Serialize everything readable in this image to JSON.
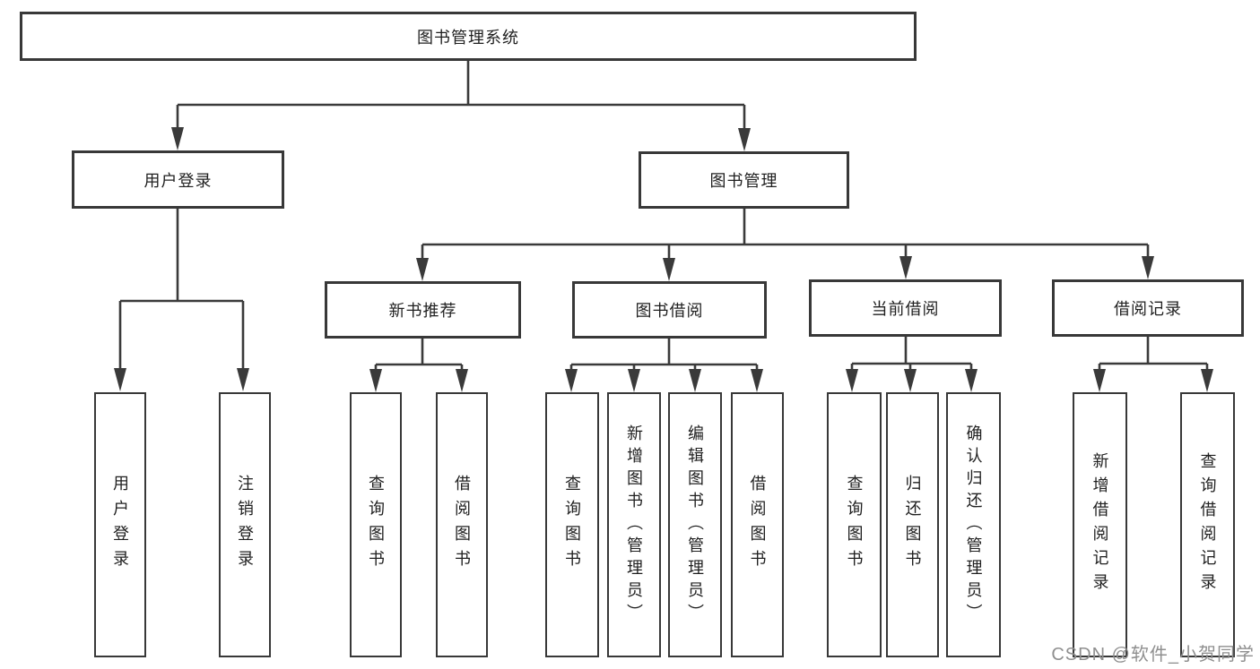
{
  "diagram": {
    "type": "tree",
    "colors": {
      "line": "#3a3a3a",
      "box_border": "#383838",
      "text": "#1f1f1f",
      "background": "#ffffff",
      "watermark": "#8f8f8f"
    },
    "watermark": "CSDN @软件_小贺同学",
    "tree": {
      "label": "图书管理系统",
      "children": [
        {
          "label": "用户登录",
          "children": [
            {
              "label": "用户登录"
            },
            {
              "label": "注销登录"
            }
          ]
        },
        {
          "label": "图书管理",
          "children": [
            {
              "label": "新书推荐",
              "children": [
                {
                  "label": "查询图书"
                },
                {
                  "label": "借阅图书"
                }
              ]
            },
            {
              "label": "图书借阅",
              "children": [
                {
                  "label": "查询图书"
                },
                {
                  "label": "新增图书（管理员）"
                },
                {
                  "label": "编辑图书（管理员）"
                },
                {
                  "label": "借阅图书"
                }
              ]
            },
            {
              "label": "当前借阅",
              "children": [
                {
                  "label": "查询图书"
                },
                {
                  "label": "归还图书"
                },
                {
                  "label": "确认归还（管理员）"
                }
              ]
            },
            {
              "label": "借阅记录",
              "children": [
                {
                  "label": "新增借阅记录"
                },
                {
                  "label": "查询借阅记录"
                }
              ]
            }
          ]
        }
      ]
    }
  }
}
